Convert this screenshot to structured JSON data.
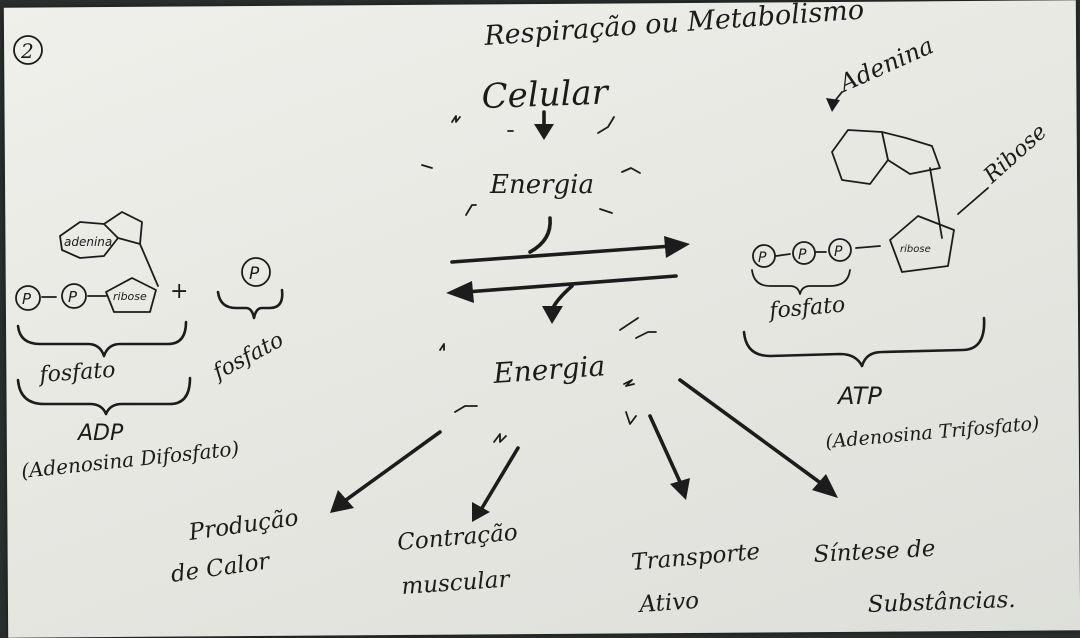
{
  "page_number": "2",
  "title": "Respiração ou Metabolismo",
  "subtitle": "Celular",
  "energy_top": "Energia",
  "energy_bottom": "Energia",
  "adp": {
    "base_label": "adenina",
    "phosphate_symbol": "P",
    "sugar_label": "ribose",
    "phosphate_label": "fosfato",
    "name": "ADP",
    "full_name": "(Adenosina Difosfato)"
  },
  "free_phosphate": {
    "symbol": "P",
    "label": "fosfato"
  },
  "atp": {
    "base_label": "Adenina",
    "sugar_pointer_label": "Ribose",
    "sugar_label": "ribose",
    "phosphate_symbol": "P",
    "phosphate_label": "fosfato",
    "name": "ATP",
    "full_name": "(Adenosina Trifosfato)"
  },
  "uses": [
    {
      "line1": "Produção",
      "line2": "de Calor"
    },
    {
      "line1": "Contração",
      "line2": "muscular"
    },
    {
      "line1": "Transporte",
      "line2": "Ativo"
    },
    {
      "line1": "Síntese de",
      "line2": "Substâncias."
    }
  ],
  "colors": {
    "ink": "#1c1c1c",
    "paper": "#ebebe6",
    "background": "#2a2e2c"
  }
}
